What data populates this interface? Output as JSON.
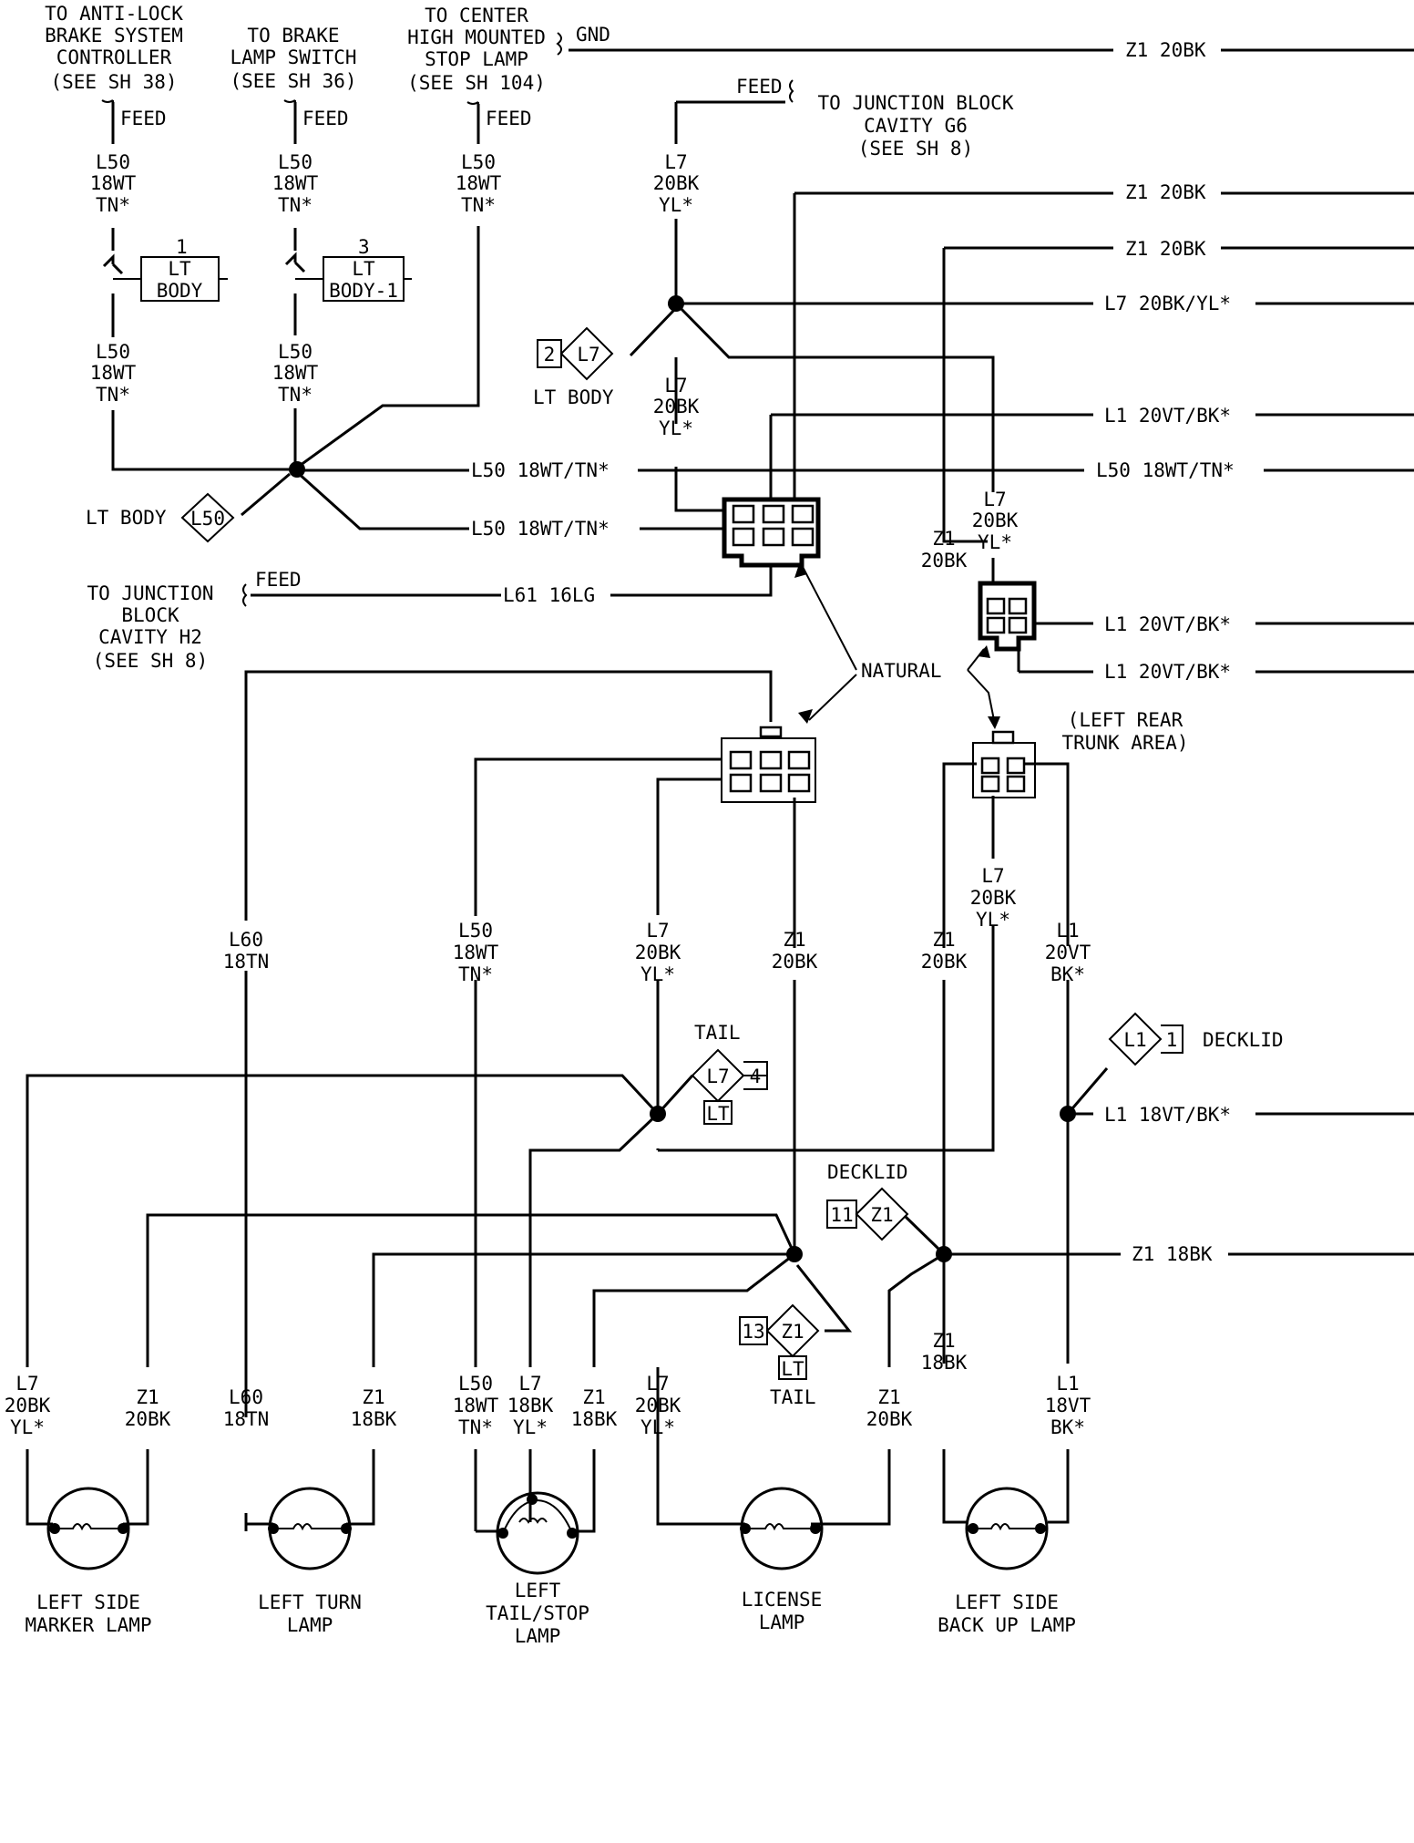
{
  "sources": {
    "abs": [
      "TO ANTI-LOCK",
      "BRAKE SYSTEM",
      "CONTROLLER",
      "(SEE SH 38)"
    ],
    "brake_switch": [
      "TO BRAKE",
      "LAMP SWITCH",
      "(SEE SH 36)"
    ],
    "chmsl": [
      "TO CENTER",
      "HIGH MOUNTED",
      "STOP LAMP",
      "(SEE SH 104)"
    ],
    "jb_g6": [
      "TO JUNCTION BLOCK",
      "CAVITY G6",
      "(SEE SH 8)"
    ],
    "jb_h2": [
      "TO JUNCTION",
      "BLOCK",
      "CAVITY H2",
      "(SEE SH 8)"
    ]
  },
  "labels": {
    "feed": "FEED",
    "gnd": "GND",
    "natural": "NATURAL",
    "left_rear_trunk": [
      "(LEFT REAR",
      "TRUNK AREA)"
    ],
    "tail": "TAIL",
    "decklid": "DECKLID"
  },
  "wire_labels": {
    "l50_18wt_tn": [
      "L50",
      "18WT",
      "TN*"
    ],
    "l7_20bk_yl": [
      "L7",
      "20BK",
      "YL*"
    ],
    "l7_18bk_yl": [
      "L7",
      "18BK",
      "YL*"
    ],
    "z1_20bk": [
      "Z1",
      "20BK"
    ],
    "z1_18bk": [
      "Z1",
      "18BK"
    ],
    "l60_18tn": [
      "L60",
      "18TN"
    ],
    "l1_20vt_bk": [
      "L1",
      "20VT",
      "BK*"
    ],
    "l1_18vt_bk": [
      "L1",
      "18VT",
      "BK*"
    ]
  },
  "right_wires": [
    "Z1 20BK",
    "Z1 20BK",
    "Z1 20BK",
    "L7 20BK/YL*",
    "L1 20VT/BK*",
    "L50 18WT/TN*",
    "L1 20VT/BK*",
    "L1 20VT/BK*",
    "L1 18VT/BK*",
    "Z1 18BK"
  ],
  "mid_wires": {
    "l50_a": "L50 18WT/TN*",
    "l50_b": "L50 18WT/TN*",
    "l61": "L61 16LG"
  },
  "splices": {
    "lt_body_l50": {
      "name": "LT BODY",
      "code": "L50"
    },
    "lt_body_l7": {
      "name": "LT BODY",
      "code": "L7",
      "num": "2"
    },
    "tail_l7": {
      "code": "L7",
      "num": "4",
      "sub": "LT"
    },
    "tail_z1": {
      "code": "Z1",
      "num": "13",
      "sub": "LT"
    },
    "decklid_z1": {
      "code": "Z1",
      "num": "11"
    },
    "decklid_l1": {
      "code": "L1",
      "num": "1"
    }
  },
  "inline_connectors": {
    "lt_body": {
      "num": "1",
      "label": "LT BODY"
    },
    "lt_body_1": {
      "num": "3",
      "label": "BODY-1",
      "prefix": "LT"
    }
  },
  "lamps": [
    [
      "LEFT SIDE",
      "MARKER LAMP"
    ],
    [
      "LEFT TURN",
      "LAMP"
    ],
    [
      "LEFT",
      "TAIL/STOP",
      "LAMP"
    ],
    [
      "LICENSE",
      "LAMP"
    ],
    [
      "LEFT SIDE",
      "BACK UP LAMP"
    ]
  ]
}
